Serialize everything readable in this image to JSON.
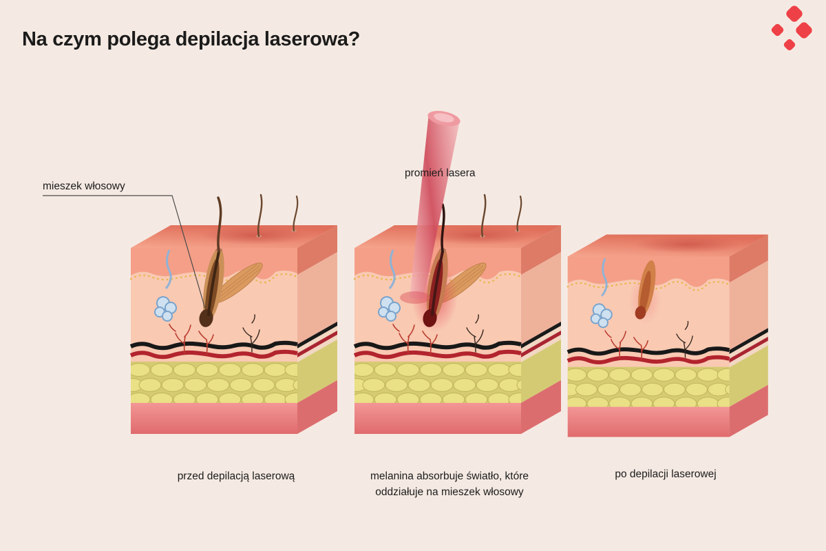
{
  "page": {
    "title": "Na czym polega depilacja laserowa?",
    "background_color": "#f5eae3"
  },
  "logo": {
    "icon": "brand-dots-icon",
    "color": "#ee4147"
  },
  "annotations": {
    "follicle_label": "mieszek włosowy",
    "laser_label": "promień lasera"
  },
  "panels": [
    {
      "id": "before",
      "caption": "przed depilacją laserową"
    },
    {
      "id": "during",
      "caption": "melanina absorbuje światło, które oddziałuje na mieszek włosowy"
    },
    {
      "id": "after",
      "caption": "po depilacji laserowej"
    }
  ],
  "colors": {
    "accent_red": "#ee4147",
    "laser_beam": "#d04f5e",
    "epidermis": "#f59f88",
    "dermis": "#f9c9b2",
    "fat_layer": "#eae085",
    "muscle_layer": "#e87f80",
    "text": "#1b1b1b"
  }
}
